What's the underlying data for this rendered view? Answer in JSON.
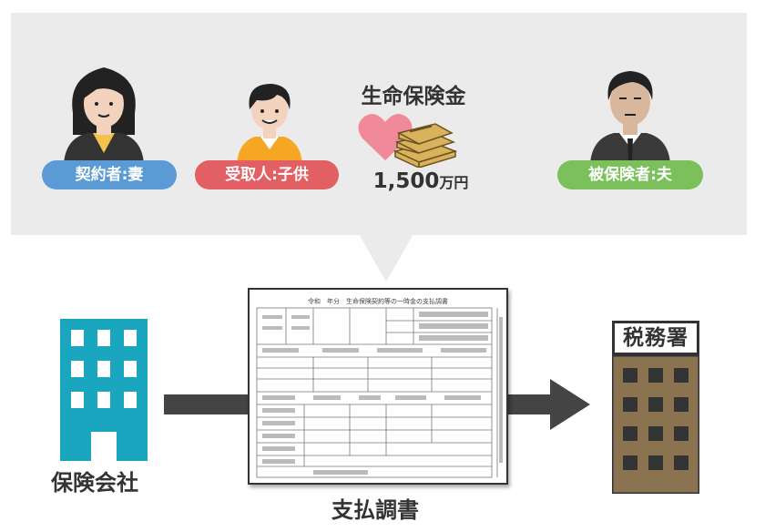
{
  "people": {
    "contractor": {
      "label": "契約者:妻"
    },
    "recipient": {
      "label": "受取人:子供"
    },
    "insured": {
      "label": "被保険者:夫"
    }
  },
  "payout": {
    "title": "生命保険金",
    "amount_number": "1,500",
    "amount_unit": "万円"
  },
  "insurance_company": {
    "label": "保険会社"
  },
  "document": {
    "label": "支払調書",
    "header": "令和　年分　生命保険契約等の一時金の支払調書"
  },
  "tax_office": {
    "sign": "税務署"
  },
  "colors": {
    "panel": "#ebebeb",
    "contractor_pill": "#5b9bd5",
    "recipient_pill": "#e25f63",
    "insured_pill": "#7bc05a",
    "company_building": "#1aa6bf",
    "tax_building": "#8a7350",
    "arrow": "#444444"
  }
}
